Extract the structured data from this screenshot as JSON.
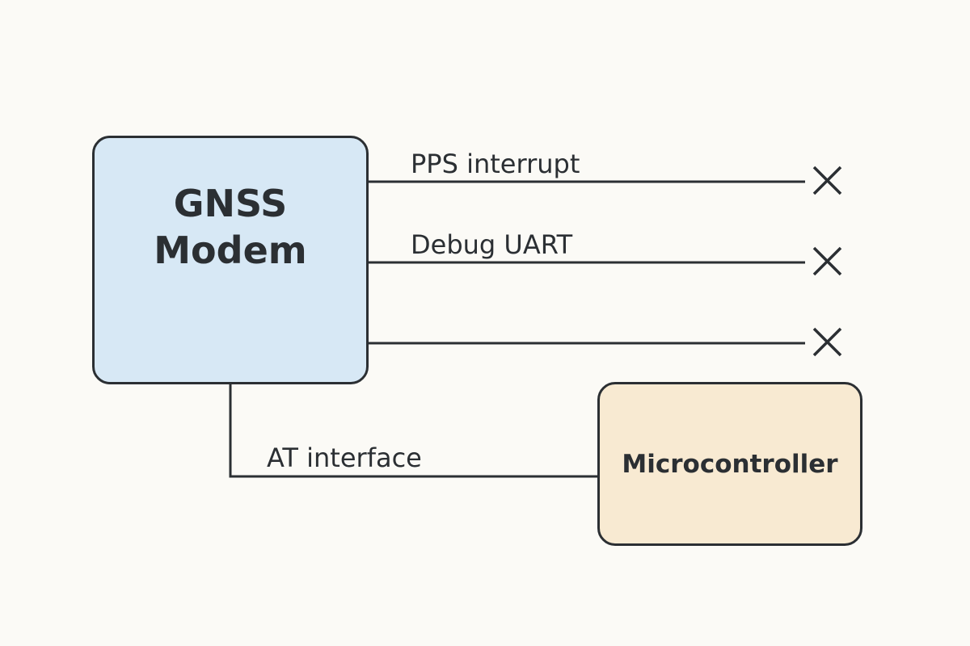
{
  "diagram": {
    "blocks": {
      "gnss_modem": {
        "label": "GNSS\nModem",
        "fill": "#d7e8f5"
      },
      "microcontroller": {
        "label": "Microcontroller",
        "fill": "#f8ead2"
      }
    },
    "connections": [
      {
        "label": "PPS interrupt",
        "from": "GNSS Modem",
        "terminal": "not connected"
      },
      {
        "label": "Debug UART",
        "from": "GNSS Modem",
        "terminal": "not connected"
      },
      {
        "label": "",
        "from": "GNSS Modem",
        "terminal": "not connected"
      },
      {
        "label": "AT interface",
        "from": "GNSS Modem",
        "to": "Microcontroller"
      }
    ],
    "colors": {
      "stroke": "#2b2f33",
      "background": "#fbfaf6"
    },
    "no_connect_icon": "x-mark-icon"
  }
}
